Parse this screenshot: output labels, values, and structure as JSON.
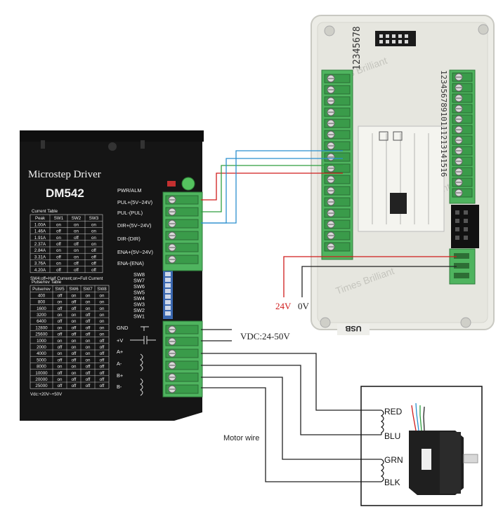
{
  "driver": {
    "title": "Microstep Driver",
    "model": "DM542",
    "signal_labels": [
      "PWR/ALM",
      "PUL+(5V~24V)",
      "PUL-(PUL)",
      "DIR+(5V~24V)",
      "DIR-(DIR)",
      "ENA+(5V~24V)",
      "ENA-(ENA)"
    ],
    "switch_labels": [
      "SW8",
      "SW7",
      "SW6",
      "SW5",
      "SW4",
      "SW3",
      "SW2",
      "SW1"
    ],
    "power_labels": [
      "GND",
      "+V",
      "A+",
      "A-",
      "B+",
      "B-"
    ],
    "current_table": {
      "title": "Current Table",
      "headers": [
        "Peak",
        "SW1",
        "SW2",
        "SW3"
      ],
      "rows": [
        [
          "1.00A",
          "on",
          "on",
          "on"
        ],
        [
          "1.46A",
          "off",
          "on",
          "on"
        ],
        [
          "1.91A",
          "on",
          "off",
          "on"
        ],
        [
          "2.37A",
          "off",
          "off",
          "on"
        ],
        [
          "2.84A",
          "on",
          "on",
          "off"
        ],
        [
          "3.31A",
          "off",
          "on",
          "off"
        ],
        [
          "3.76A",
          "on",
          "off",
          "off"
        ],
        [
          "4.20A",
          "off",
          "off",
          "off"
        ]
      ],
      "note": "SW4:off=Half Current;on=Full Current"
    },
    "pulse_table": {
      "title": "Pulse/rev Table",
      "headers": [
        "Pulse/rev",
        "SW5",
        "SW6",
        "SW7",
        "SW8"
      ],
      "rows": [
        [
          "400",
          "off",
          "on",
          "on",
          "on"
        ],
        [
          "800",
          "on",
          "off",
          "on",
          "on"
        ],
        [
          "1600",
          "off",
          "off",
          "on",
          "on"
        ],
        [
          "3200",
          "on",
          "on",
          "off",
          "on"
        ],
        [
          "6400",
          "off",
          "on",
          "off",
          "on"
        ],
        [
          "12800",
          "on",
          "off",
          "off",
          "on"
        ],
        [
          "25600",
          "off",
          "off",
          "off",
          "on"
        ],
        [
          "1000",
          "on",
          "on",
          "on",
          "off"
        ],
        [
          "2000",
          "off",
          "on",
          "on",
          "off"
        ],
        [
          "4000",
          "on",
          "off",
          "on",
          "off"
        ],
        [
          "5000",
          "off",
          "off",
          "on",
          "off"
        ],
        [
          "8000",
          "on",
          "on",
          "off",
          "off"
        ],
        [
          "10000",
          "off",
          "on",
          "off",
          "off"
        ],
        [
          "20000",
          "on",
          "off",
          "off",
          "off"
        ],
        [
          "25000",
          "off",
          "off",
          "off",
          "off"
        ]
      ],
      "note": "Vdc:+20V~+50V"
    }
  },
  "controller": {
    "usb_label": "USB",
    "top_numbers": "12345678",
    "right_numbers": "12345678910111213141516",
    "watermark": "Times Brilliant"
  },
  "labels": {
    "v24": "24V",
    "v0": "0V",
    "vdc": "VDC:24-50V",
    "motor_wire": "Motor wire",
    "red": "RED",
    "blu": "BLU",
    "grn": "GRN",
    "blk": "BLK"
  },
  "colors": {
    "driver_body": "#151515",
    "terminal_green": "#4fb45f",
    "controller_body": "#e9e9e2",
    "wire_red": "#d01c1c",
    "wire_blue": "#2b8fcf",
    "wire_green": "#2e9e3e",
    "wire_black": "#222222",
    "label_red": "#d01c1c"
  }
}
